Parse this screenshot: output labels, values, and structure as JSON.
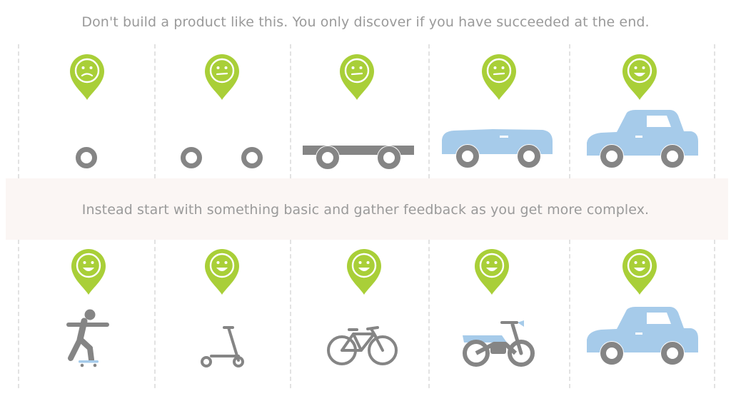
{
  "captions": {
    "top": "Don't build a product like this. You only discover if you have succeeded at the end.",
    "middle": "Instead start with something basic and gather feedback as you get more complex."
  },
  "colors": {
    "pin": "#a9cf38",
    "vehicle_body": "#a6cbea",
    "wheel": "#858585",
    "caption_text": "#9a9a9a",
    "band": "#fbf6f4"
  },
  "rows": [
    {
      "name": "wrong-way",
      "stages": [
        {
          "vehicle": "single-wheel",
          "mood": "sad"
        },
        {
          "vehicle": "two-wheels",
          "mood": "neutral"
        },
        {
          "vehicle": "chassis",
          "mood": "neutral"
        },
        {
          "vehicle": "car-body-unfinished",
          "mood": "neutral"
        },
        {
          "vehicle": "car",
          "mood": "happy"
        }
      ]
    },
    {
      "name": "right-way",
      "stages": [
        {
          "vehicle": "skateboard",
          "mood": "happy"
        },
        {
          "vehicle": "scooter",
          "mood": "happy"
        },
        {
          "vehicle": "bicycle",
          "mood": "happy"
        },
        {
          "vehicle": "motorcycle",
          "mood": "happy"
        },
        {
          "vehicle": "car",
          "mood": "happy"
        }
      ]
    }
  ]
}
